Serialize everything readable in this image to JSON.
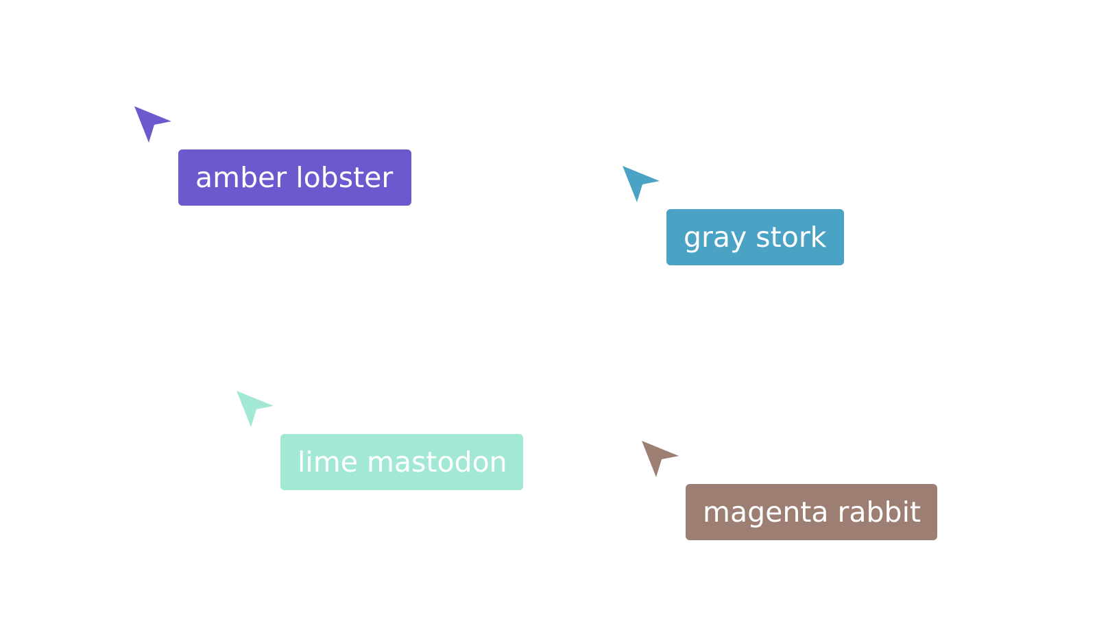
{
  "collaborators": [
    {
      "name": "amber lobster",
      "color": "#6a5acd",
      "icon": "cursor-arrow-icon"
    },
    {
      "name": "gray stork",
      "color": "#4aa3c4",
      "icon": "cursor-arrow-icon"
    },
    {
      "name": "lime mastodon",
      "color": "#a2e8d5",
      "icon": "cursor-arrow-icon"
    },
    {
      "name": "magenta rabbit",
      "color": "#9c7f72",
      "icon": "cursor-arrow-icon"
    }
  ]
}
